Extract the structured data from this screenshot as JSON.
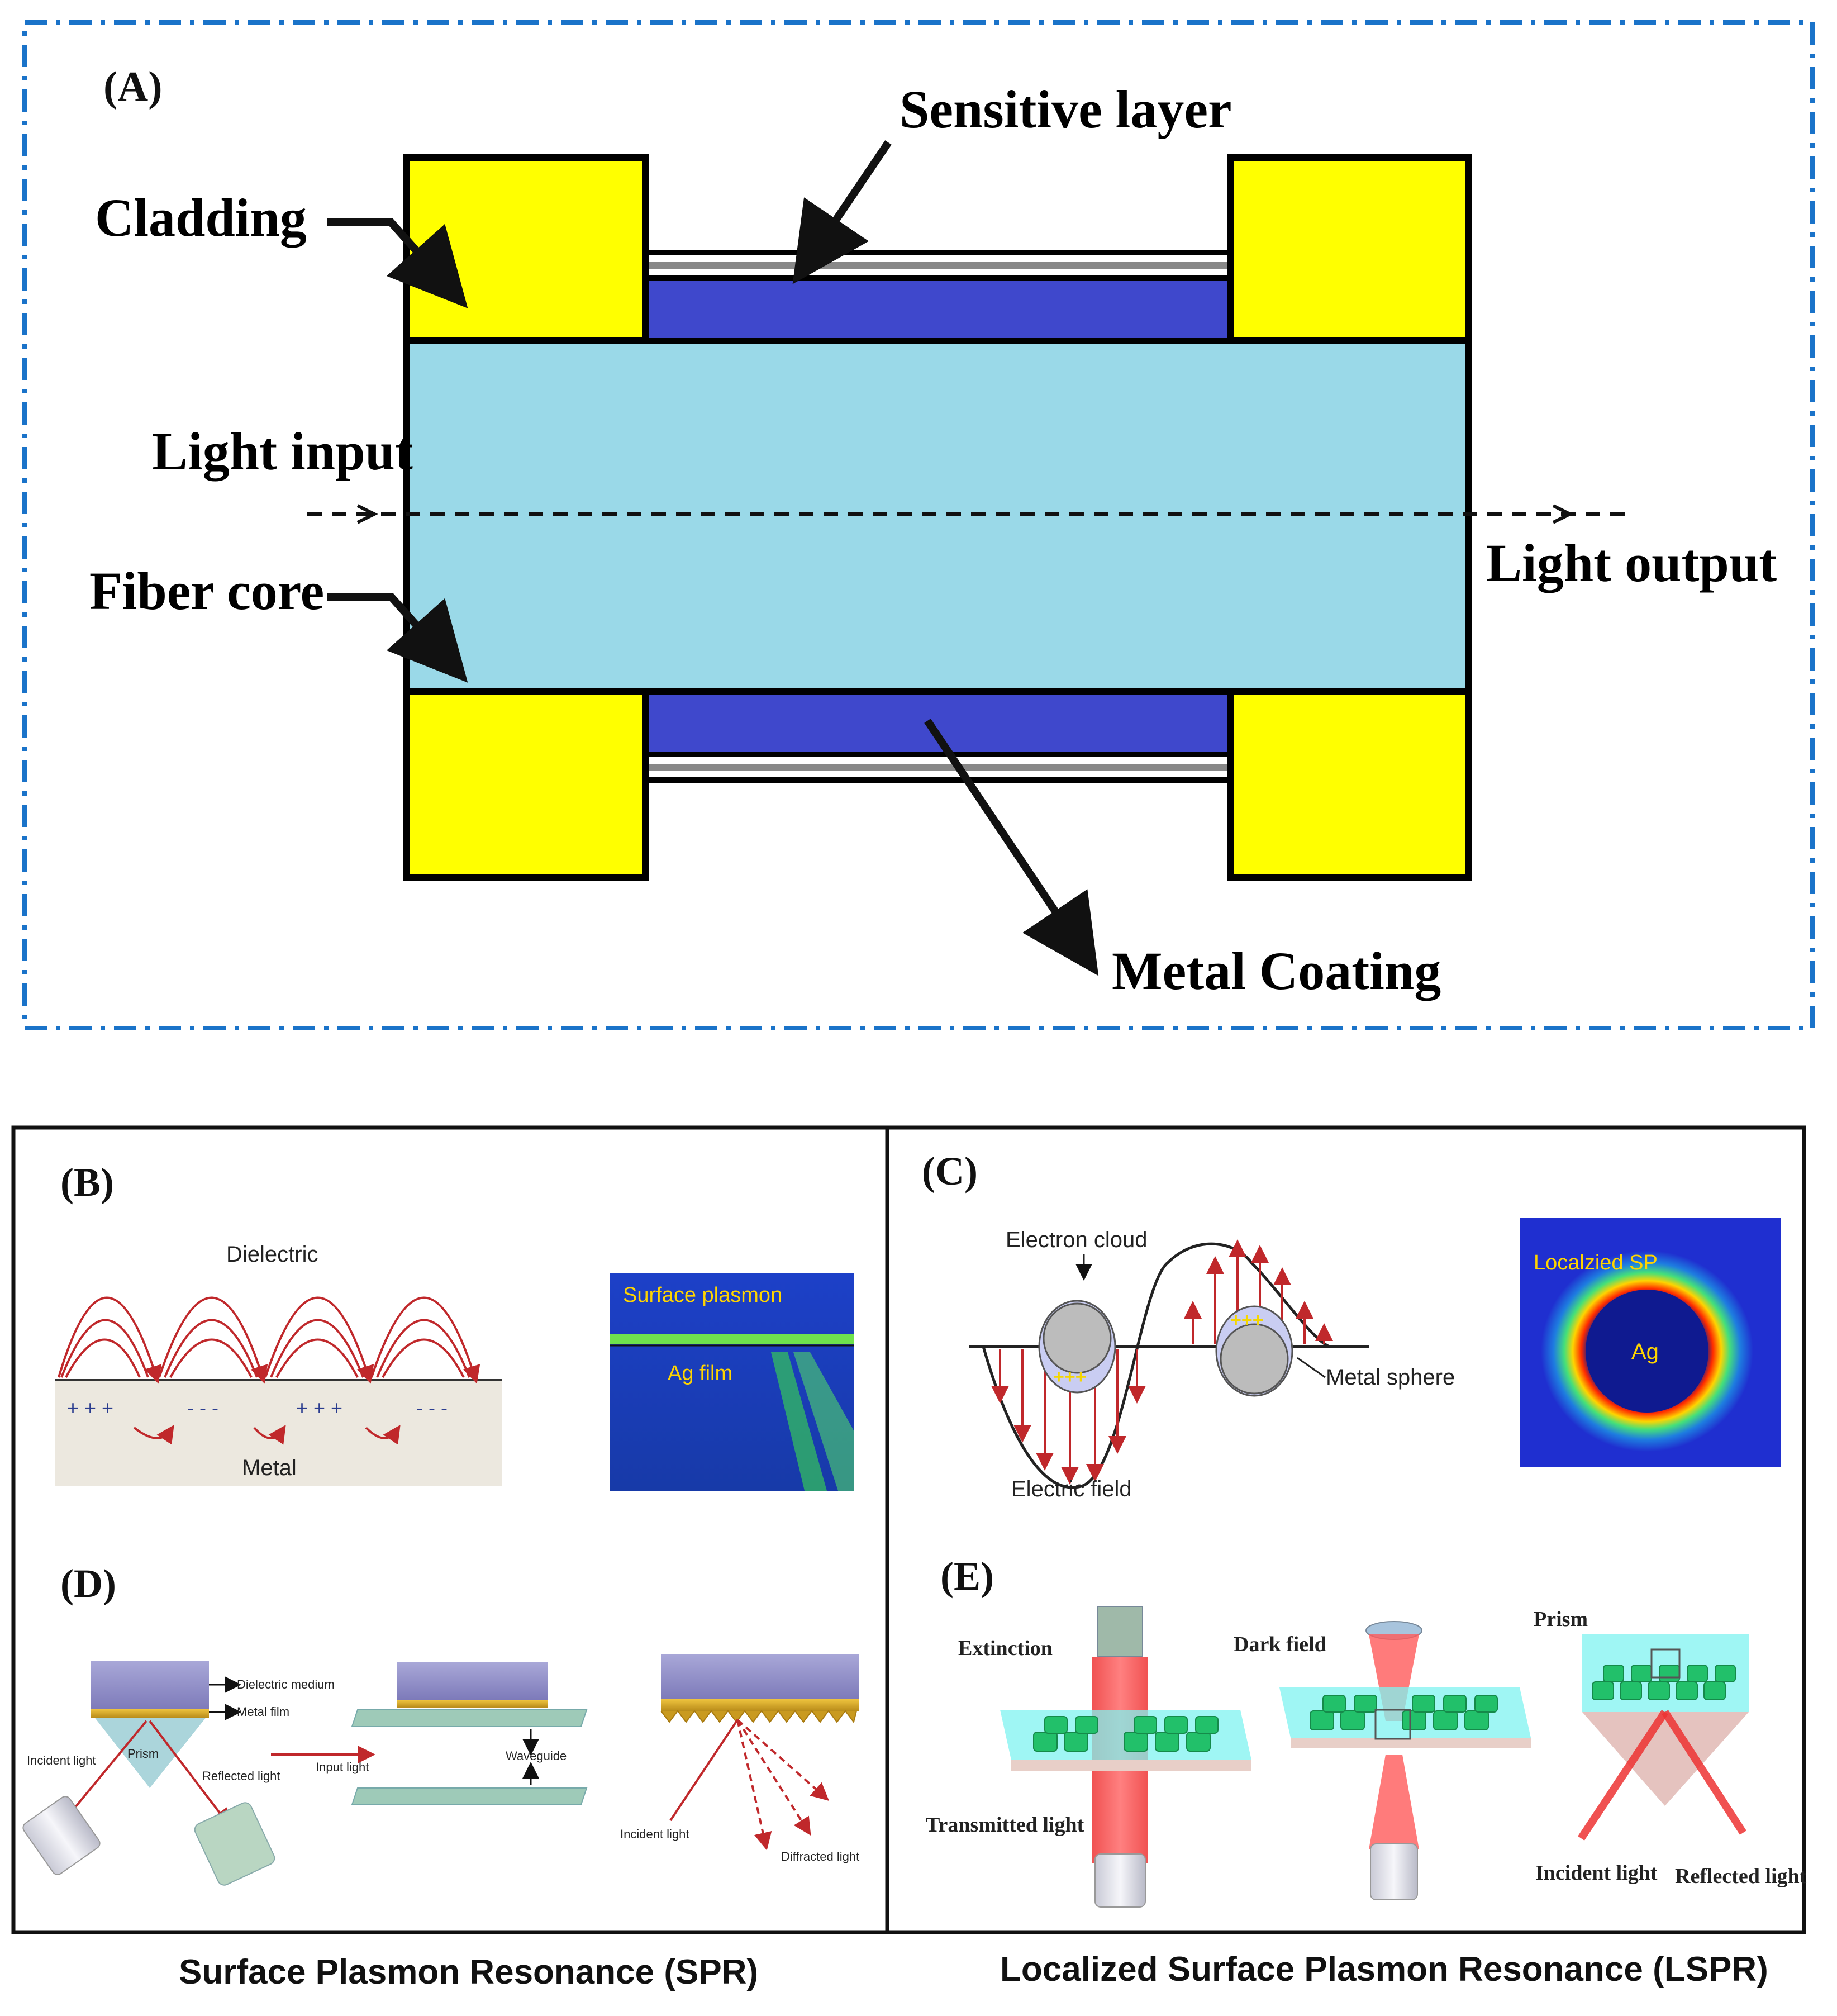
{
  "panelA": {
    "letter": "(A)",
    "cladding": "Cladding",
    "sensitive_layer": "Sensitive layer",
    "light_input": "Light input",
    "fiber_core": "Fiber core",
    "light_output": "Light output",
    "metal_coating": "Metal Coating"
  },
  "panelB": {
    "letter": "(B)",
    "dielectric": "Dielectric",
    "metal": "Metal",
    "surface_plasmon": "Surface plasmon",
    "ag_film": "Ag film",
    "charges_plus": "+ + +",
    "charges_minus": "- - -"
  },
  "panelC": {
    "letter": "(C)",
    "electron_cloud": "Electron cloud",
    "metal_sphere": "Metal sphere",
    "electric_field": "Electric field",
    "localized_sp": "Localzied SP",
    "ag": "Ag",
    "charges_plus": "+++"
  },
  "panelD": {
    "letter": "(D)",
    "dielectric_medium": "Dielectric medium",
    "metal_film": "Metal film",
    "incident_light": "Incident light",
    "prism": "Prism",
    "reflected_light": "Reflected light",
    "input_light": "Input light",
    "waveguide": "Waveguide",
    "incident_light_2": "Incident light",
    "diffracted_light": "Diffracted light"
  },
  "panelE": {
    "letter": "(E)",
    "extinction": "Extinction",
    "dark_field": "Dark field",
    "prism": "Prism",
    "transmitted_light": "Transmitted light",
    "incident_light": "Incident light",
    "reflected_light": "Reflected light"
  },
  "captions": {
    "spr": "Surface Plasmon Resonance (SPR)",
    "lspr": "Localized Surface Plasmon Resonance (LSPR)"
  },
  "colors": {
    "frame_blue": "#1a73c9",
    "cladding_yellow": "#ffff00",
    "core_cyan": "#9ad9e8",
    "metal_blue": "#3f48cc",
    "arrow_red": "#c0282b"
  }
}
